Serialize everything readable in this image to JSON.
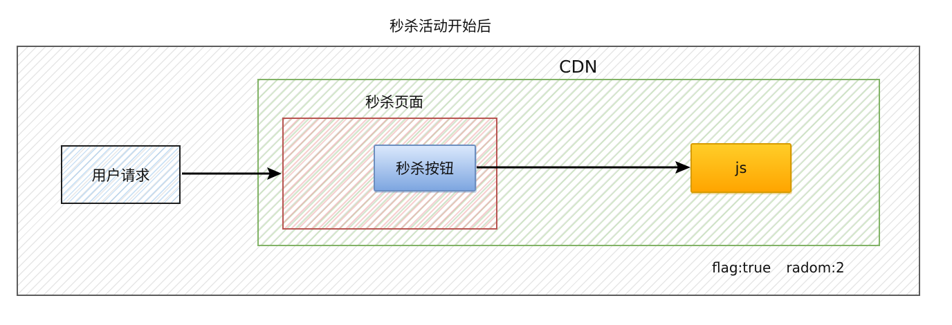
{
  "diagram": {
    "title": "秒杀活动开始后",
    "cdn_label": "CDN",
    "page_label": "秒杀页面",
    "user_request": "用户请求",
    "seckill_button": "秒杀按钮",
    "js_label": "js",
    "flag": "flag:true",
    "radom": "radom:2"
  },
  "colors": {
    "outer_border": "#5c5c5c",
    "cdn_border": "#82b366",
    "page_border": "#b85450",
    "button_fill": "#7ea6e0",
    "js_fill": "#ffa500",
    "arrow": "#000000"
  }
}
